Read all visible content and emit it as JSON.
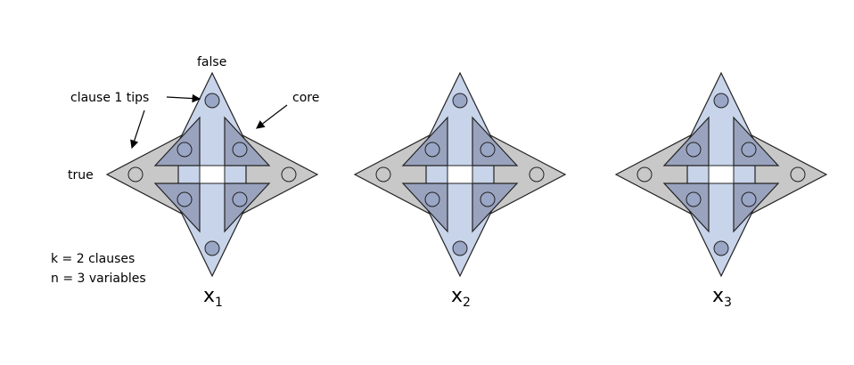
{
  "annotations": {
    "false_label": "false",
    "true_label": "true",
    "clause_tips_label": "clause 1 tips",
    "core_label": "core",
    "k_label": "k = 2 clauses",
    "n_label": "n = 3 variables"
  },
  "gadgets": [
    {
      "var": "x",
      "sub": "1"
    },
    {
      "var": "x",
      "sub": "2"
    },
    {
      "var": "x",
      "sub": "3"
    }
  ],
  "colors": {
    "vertical_diamond": "#c8d4ea",
    "horizontal_diamond": "#c8c8c8",
    "tip_triangle": "#9aa3be",
    "node_fill_blue": "#9aa6c6",
    "node_fill_gray": "#c8c8c8",
    "stroke": "#222222"
  }
}
